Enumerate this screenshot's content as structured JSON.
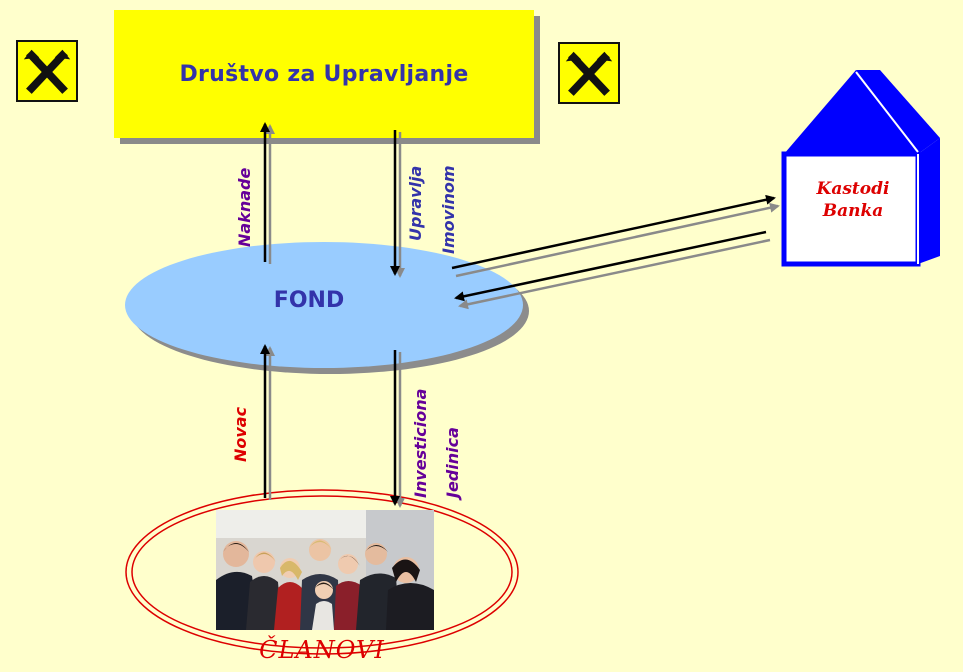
{
  "company": {
    "label": "Društvo za Upravljanje"
  },
  "fund": {
    "label": "FOND"
  },
  "bank": {
    "line1": "Kastodi",
    "line2": "Banka"
  },
  "members": {
    "label": "ČLANOVI"
  },
  "flows": {
    "fees": "Naknade",
    "manages_line1": "Upravlja",
    "manages_line2": "Imovinom",
    "money": "Novac",
    "units_line1": "Investiciona",
    "units_line2": "Jedinica"
  },
  "colors": {
    "background": "#FFFFCC",
    "company_box": "#FFFF00",
    "fund": "#99CCFF",
    "bank": "#0000FF",
    "label_purple": "#660099",
    "label_red": "#DD0000",
    "label_blue": "#3333AA"
  },
  "icons": [
    "raiffeisen-logo-icon",
    "raiffeisen-logo-icon",
    "bank-house-icon",
    "members-photo"
  ]
}
